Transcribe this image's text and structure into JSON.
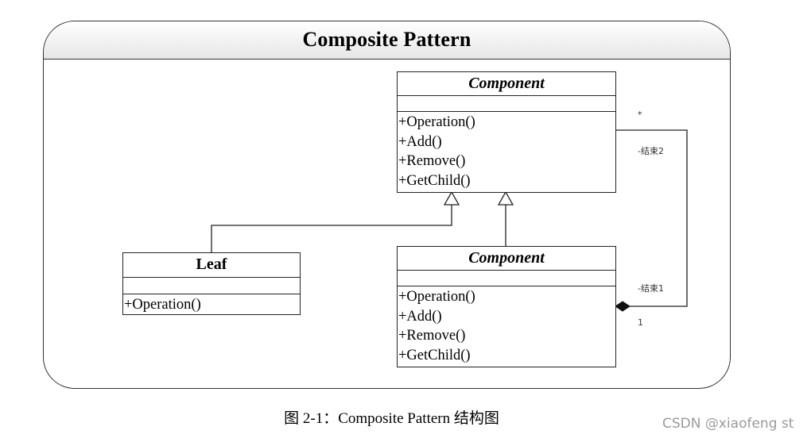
{
  "frame": {
    "title": "Composite Pattern"
  },
  "classes": {
    "component_top": {
      "name": "Component",
      "operations": [
        "+Operation()",
        "+Add()",
        "+Remove()",
        "+GetChild()"
      ]
    },
    "leaf": {
      "name": "Leaf",
      "operations": [
        "+Operation()"
      ]
    },
    "component_bottom": {
      "name": "Component",
      "operations": [
        "+Operation()",
        "+Add()",
        "+Remove()",
        "+GetChild()"
      ]
    }
  },
  "association": {
    "end2_multiplicity": "*",
    "end2_role": "-结束2",
    "end1_role": "-结束1",
    "end1_multiplicity": "1"
  },
  "caption": "图 2-1：Composite Pattern 结构图",
  "watermark": "CSDN @xiaofeng st"
}
